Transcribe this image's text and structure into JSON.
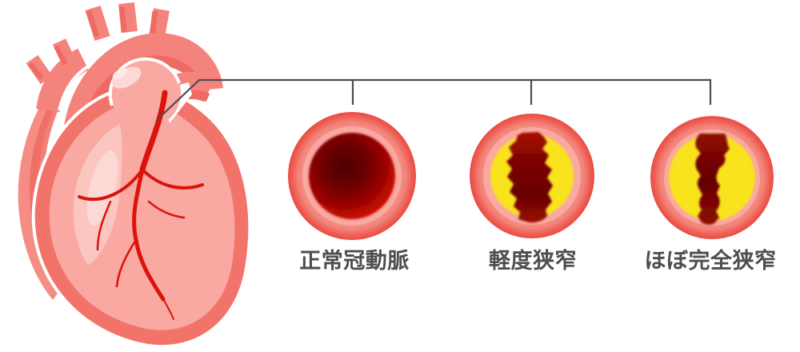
{
  "stages": [
    {
      "id": "normal",
      "label": "正常冠動脈"
    },
    {
      "id": "mild",
      "label": "軽度狭窄"
    },
    {
      "id": "severe",
      "label": "ほぼ完全狭窄"
    }
  ],
  "colors": {
    "background": "#ffffff",
    "wall_outer_rim": "#ea4b42",
    "wall_outer": "#f28379",
    "wall_inner": "#f9a9a1",
    "lumen_bright": "#e8180c",
    "lumen_dark": "#4c0000",
    "plaque": "#f8e31c",
    "occlusion_dark": "#690100",
    "occlusion_light": "#a81000",
    "heart_rim": "#f2736a",
    "heart_body": "#f9a8a2",
    "heart_highlight": "#fbc5c0",
    "heart_highlight_bright": "#fdd9d6",
    "heart_vessel": "#f4837c",
    "heart_vessel_shade": "#ee6a62",
    "artery": "#da130b",
    "connector": "#4d4d4d",
    "label_text": "#4d4d4d"
  }
}
